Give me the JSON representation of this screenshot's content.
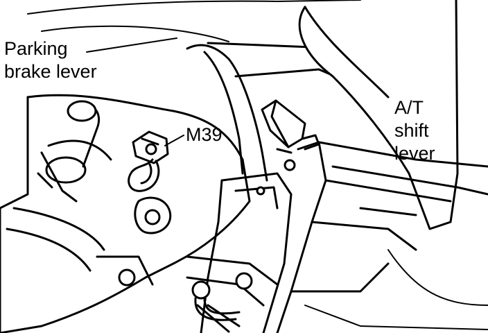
{
  "labels": {
    "parking": [
      "Parking",
      "brake lever"
    ],
    "connector": "M39",
    "shift": [
      "A/T",
      "shift",
      "lever"
    ]
  },
  "colors": {
    "ink": "#000000",
    "paper": "#ffffff"
  }
}
